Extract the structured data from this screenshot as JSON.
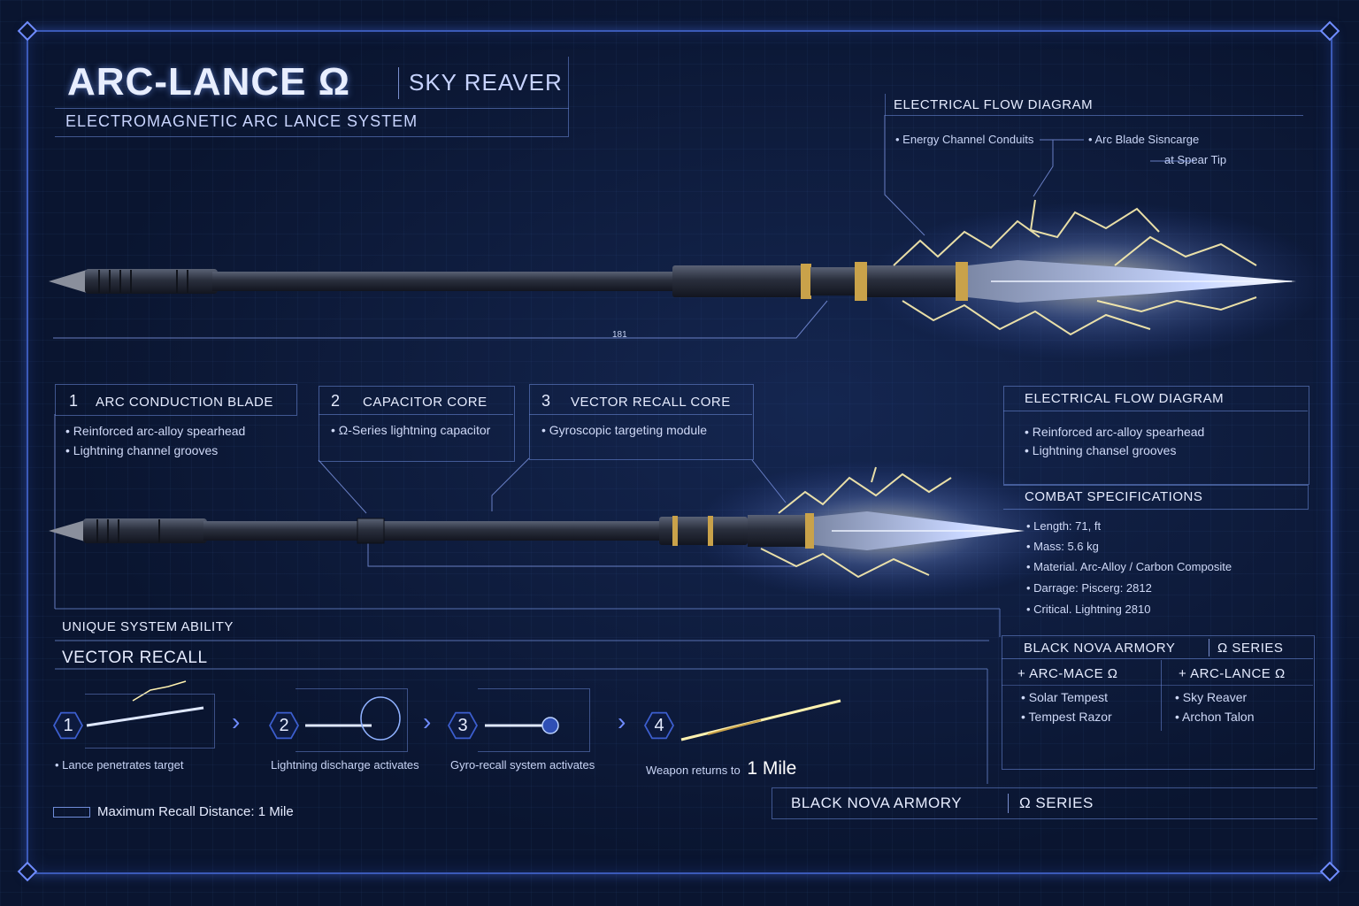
{
  "header": {
    "title": "ARC-LANCE Ω",
    "title_sub": "SKY REAVER",
    "subtitle": "ELECTROMAGNETIC ARC LANCE SYSTEM"
  },
  "flow_diagram_top": {
    "title": "ELECTRICAL FLOW DIAGRAM",
    "item_1": "Energy Channel Conduits",
    "item_2": "Arc Blade Sisncarge",
    "item_3": "at Spear Tip"
  },
  "measure_label": "181",
  "components": [
    {
      "num": "1",
      "title": "ARC CONDUCTION BLADE",
      "bullets": [
        "Reinforced arc-alloy spearhead",
        "Lightning channel grooves"
      ]
    },
    {
      "num": "2",
      "title": "CAPACITOR CORE",
      "bullets": [
        "Ω-Series lightning capacitor"
      ]
    },
    {
      "num": "3",
      "title": "VECTOR RECALL CORE",
      "bullets": [
        "Gyroscopic targeting module"
      ]
    }
  ],
  "flow_diagram_right": {
    "title": "ELECTRICAL FLOW DIAGRAM",
    "bullets": [
      "Reinforced arc-alloy spearhead",
      "Lightning chansel grooves"
    ]
  },
  "combat": {
    "title": "COMBAT SPECIFICATIONS",
    "specs": [
      "Length: 71, ft",
      "Mass: 5.6 kg",
      "Material. Arc-Alloy / Carbon Composite",
      "Darrage: Piscerg: 2812",
      "Critical. Lightning 2810"
    ]
  },
  "ability": {
    "label": "UNIQUE SYSTEM ABILITY",
    "name": "VECTOR RECALL",
    "steps": [
      {
        "num": "1",
        "caption": "Lance penetrates target"
      },
      {
        "num": "2",
        "caption": "Lightning discharge activates"
      },
      {
        "num": "3",
        "caption": "Gyro-recall system activates"
      },
      {
        "num": "4",
        "caption": "Weapon returns to",
        "highlight": "1 Mile"
      }
    ],
    "max_recall": "Maximum Recall Distance: 1 Mile"
  },
  "armory": {
    "title": "BLACK NOVA ARMORY",
    "series": "Ω SERIES",
    "col1_header": "ARC-MACE Ω",
    "col1_items": [
      "Solar Tempest",
      "Tempest Razor"
    ],
    "col2_header": "ARC-LANCE Ω",
    "col2_items": [
      "Sky Reaver",
      "Archon Talon"
    ]
  },
  "footer": {
    "brand": "BLACK NOVA ARMORY",
    "series": "Ω SERIES"
  },
  "colors": {
    "accent": "#3b5ab8",
    "gold": "#c9a24a",
    "lightning": "#fff2b0"
  }
}
